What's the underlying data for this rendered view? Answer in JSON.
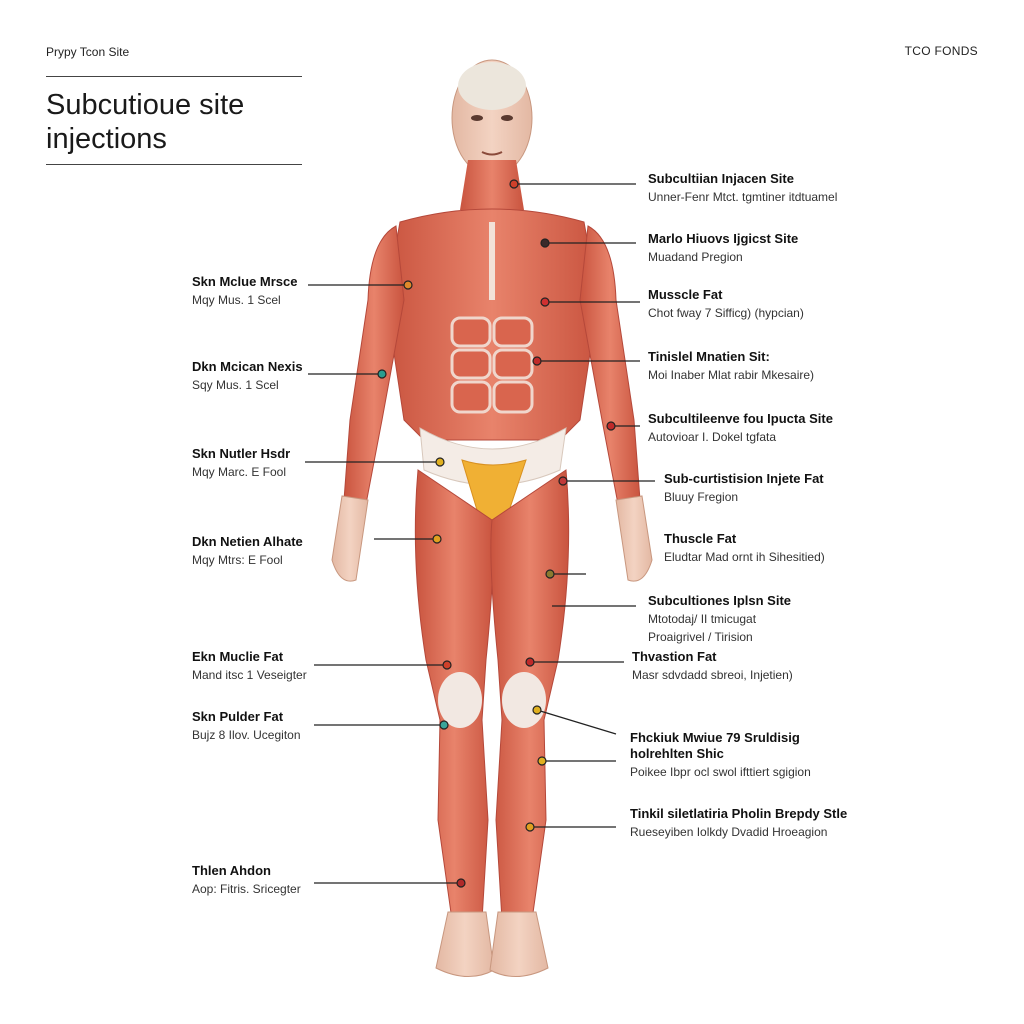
{
  "header": {
    "top_left": "Prypy Tcon Site",
    "top_right": "TCO FONDS"
  },
  "title": {
    "line1": "Subcutioue site",
    "line2": "injections"
  },
  "labels_left": [
    {
      "title": "Skn Mclue Mrsce",
      "sub": "Mqy Mus. 1 Scel",
      "color": "#e08a2a"
    },
    {
      "title": "Dkn Mcican Nexis",
      "sub": "Sqy Mus. 1 Scel",
      "color": "#2a9d8f"
    },
    {
      "title": "Skn Nutler Hsdr",
      "sub": "Mqy Marc. E Fool",
      "color": "#e0b020"
    },
    {
      "title": "Dkn Netien Alhate",
      "sub": "Mqy Mtrs: E Fool",
      "color": "#e0a020"
    },
    {
      "title": "Ekn Muclie Fat",
      "sub": "Mand itsc 1 Veseigter",
      "color": "#d0402a"
    },
    {
      "title": "Skn Pulder Fat",
      "sub": "Bujz 8 Ilov. Ucegiton",
      "color": "#3aa59a"
    },
    {
      "title": "Thlen Ahdon",
      "sub": "Aop: Fitris. Sricegter",
      "color": "#b02a2a"
    }
  ],
  "labels_right": [
    {
      "title": "Subcultiian Injacen Site",
      "sub": "Unner-Fenr Mtct. tgmtiner itdtuamel",
      "color": "#d0402a"
    },
    {
      "title": "Marlo Hiuovs Ijgicst Site",
      "sub": "Muadand Pregion",
      "color": "#3a2a2a"
    },
    {
      "title": "Musscle Fat",
      "sub": "Chot fway 7 Sifficg) (hypcian)",
      "color": "#d03030"
    },
    {
      "title": "Tinislel Mnatien Sit:",
      "sub": "Moi Inaber Mlat rabir Mkesaire)",
      "color": "#c02a2a"
    },
    {
      "title": "Subcultileenve fou Ipucta Site",
      "sub": "Autovioar I. Dokel tgfata",
      "color": "#c02a2a"
    },
    {
      "title": "Sub-curtistision Injete Fat",
      "sub": "Bluuy Fregion",
      "color": "#c03a3a"
    },
    {
      "title": "Thuscle Fat",
      "sub": "Eludtar Mad ornt ih Sihesitied)",
      "color": "#8a7a30"
    },
    {
      "title": "Subcultiones Iplsn Site",
      "sub": "Mtotodaj/ II tmicugat",
      "sub2": "Proaigrivel / Tirision",
      "color": "#8a7a30"
    },
    {
      "title": "Thvastion Fat",
      "sub": "Masr sdvdadd sbreoi, Injetien)",
      "color": "#c02a2a"
    },
    {
      "title": "Fhckiuk Mwiue 79 Sruldisig",
      "title2": "holrehlten Shic",
      "sub": "Poikee Ibpr ocl swol ifttiert sgigion",
      "color": "#e0b020"
    },
    {
      "title": "Tinkil siletlatiria Pholin Brepdy Stle",
      "sub": "Rueseyiben Iolkdy Dvadid Hroeagion",
      "color": "#e0a020"
    }
  ]
}
